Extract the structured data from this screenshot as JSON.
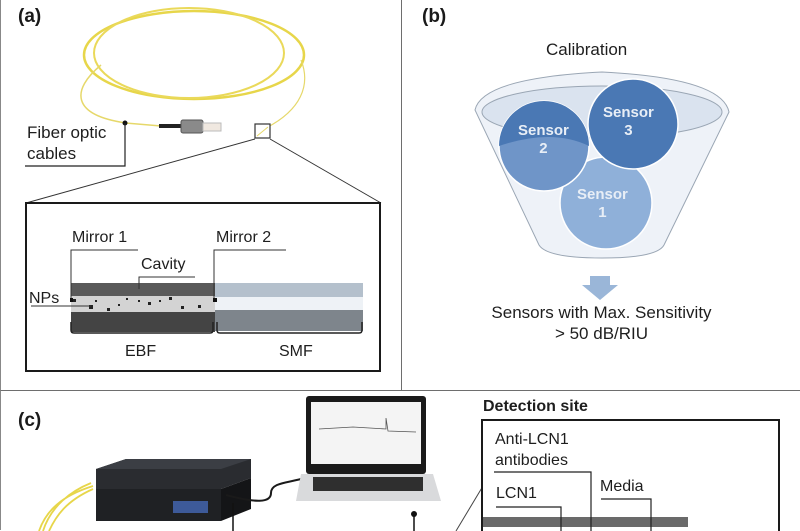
{
  "panels": {
    "a": {
      "label": "(a)",
      "fiber_label_line1": "Fiber optic",
      "fiber_label_line2": "cables",
      "inset": {
        "mirror1": "Mirror 1",
        "mirror2": "Mirror 2",
        "cavity": "Cavity",
        "nps": "NPs",
        "ebf": "EBF",
        "smf": "SMF"
      }
    },
    "b": {
      "label": "(b)",
      "title": "Calibration",
      "sensors": [
        {
          "name": "Sensor",
          "number": "1"
        },
        {
          "name": "Sensor",
          "number": "2"
        },
        {
          "name": "Sensor",
          "number": "3"
        }
      ],
      "result_line1": "Sensors with Max. Sensitivity",
      "result_line2": "> 50 dB/RIU",
      "colors": {
        "sensor_dark": "#4a78b4",
        "sensor_light": "#8fb0d9",
        "funnel": "#dfe7f1",
        "arrow": "#9ab6d8"
      }
    },
    "c": {
      "label": "(c)",
      "detection_title": "Detection site",
      "antibody_line1": "Anti-LCN1",
      "antibody_line2": "antibodies",
      "lcn1": "LCN1",
      "media": "Media"
    }
  }
}
